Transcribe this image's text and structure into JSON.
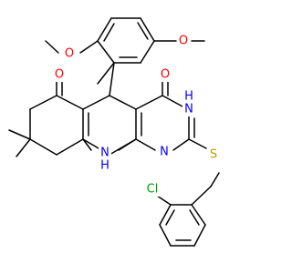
{
  "molecule": {
    "atoms": {
      "o_methoxy_top": "O",
      "o_methoxy_left": "O",
      "o_ketone": "O",
      "o_amide": "O",
      "n_h_amide": "N",
      "h_amide": "H",
      "n_ring": "N",
      "n_h_bridge": "N",
      "h_bridge": "H",
      "s_thioether": "S",
      "cl": "Cl"
    },
    "colors": {
      "oxygen": "#ff0000",
      "nitrogen": "#0000ff",
      "sulfur": "#b8a000",
      "chlorine": "#00a000",
      "carbon_bond": "#000000"
    }
  }
}
